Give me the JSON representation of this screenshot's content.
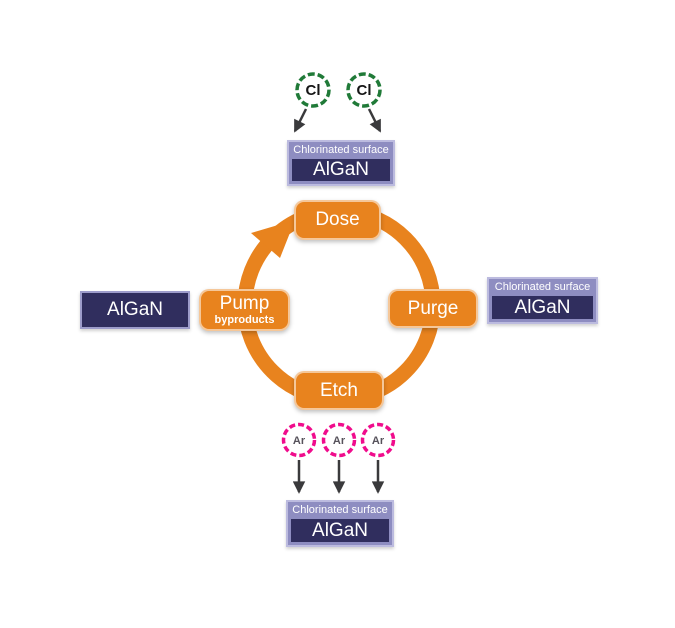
{
  "diagram": {
    "description": "Atomic layer etch cycle diagram"
  },
  "cycle": {
    "dose_label": "Dose",
    "purge_label": "Purge",
    "etch_label": "Etch",
    "pump_label": "Pump",
    "pump_sublabel": "byproducts"
  },
  "atoms": {
    "chlorine_symbol": "Cl",
    "argon_symbol": "Ar"
  },
  "substrates": {
    "top": {
      "header": "Chlorinated surface",
      "body": "AlGaN"
    },
    "right": {
      "header": "Chlorinated surface",
      "body": "AlGaN"
    },
    "bottom": {
      "header": "Chlorinated surface",
      "body": "AlGaN"
    },
    "left": {
      "body": "AlGaN"
    }
  },
  "colors": {
    "cycle_orange": "#E8831E",
    "substrate_navy": "#302E5E",
    "substrate_lavender": "#8E8DC1",
    "substrate_border": "#BCBBDF",
    "chlorine_green": "#207A38",
    "argon_pink": "#F00C8C",
    "arrow_dark": "#3A3A3C"
  }
}
